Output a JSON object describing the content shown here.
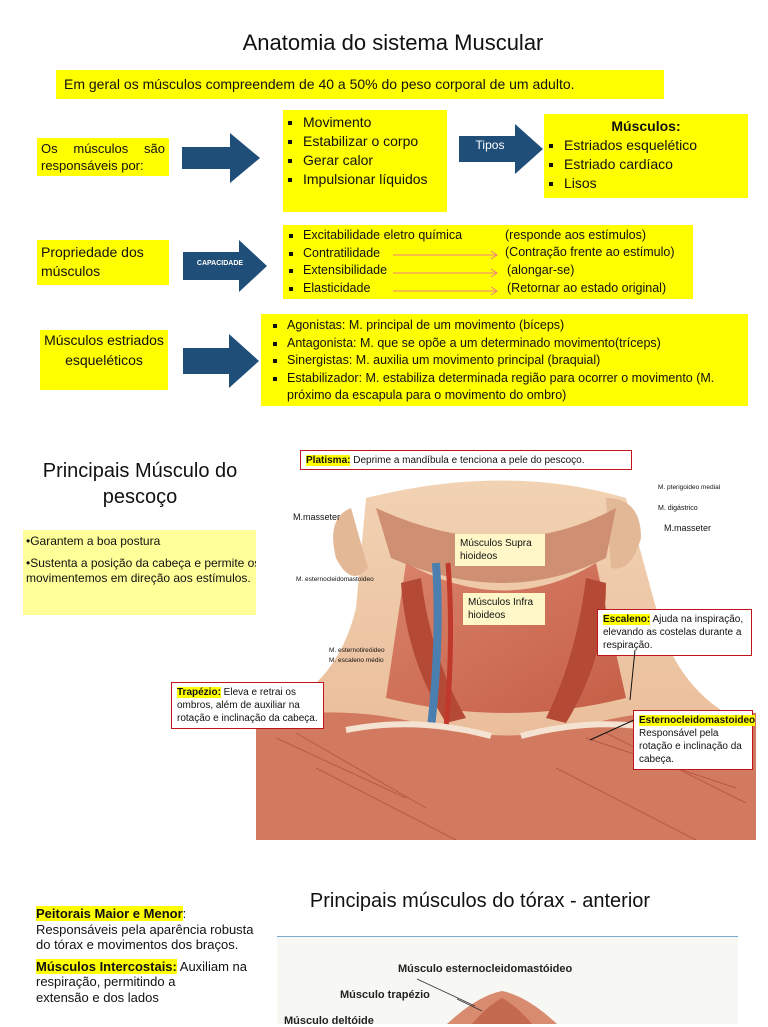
{
  "title": "Anatomia do sistema Muscular",
  "intro": "Em geral os músculos compreendem de 40 a 50% do peso corporal de um adulto.",
  "row1": {
    "left": "Os músculos são responsáveis por:",
    "items": [
      "Movimento",
      "Estabilizar o corpo",
      "Gerar calor",
      "Impulsionar líquidos"
    ],
    "arrow_label": "Tipos",
    "types_title": "Músculos:",
    "types": [
      "Estriados esquelético",
      "Estriado cardíaco",
      "Lisos"
    ]
  },
  "row2": {
    "left": "Propriedade dos músculos",
    "arrow_label": "CAPACIDADE",
    "props": [
      {
        "name": "Excitabilidade eletro química",
        "desc": "(responde aos estímulos)"
      },
      {
        "name": "Contratilidade",
        "desc": "(Contração frente ao estímulo)"
      },
      {
        "name": "Extensibilidade",
        "desc": "(alongar-se)"
      },
      {
        "name": "Elasticidade",
        "desc": "(Retornar ao estado original)"
      }
    ]
  },
  "row3": {
    "left": "Músculos estriados esqueléticos",
    "items": [
      "Agonistas: M. principal de um movimento (bíceps)",
      "Antagonista: M. que se opõe a um determinado movimento(tríceps)",
      "Sinergistas: M. auxilia um movimento principal (braquial)",
      "Estabilizador: M. estabiliza determinada região para ocorrer o movimento (M. próximo da escapula para o movimento do ombro)"
    ]
  },
  "neck": {
    "heading": "Principais Músculo do pescoço",
    "notes": [
      "•Garantem a boa postura",
      "•Sustenta a posição da cabeça e permite os movimentemos em direção aos estímulos."
    ],
    "platisma_name": "Platisma:",
    "platisma_desc": " Deprime a mandíbula e tenciona a pele do pescoço.",
    "escaleno_name": "Escaleno:",
    "escaleno_desc": " Ajuda na inspiração, elevando as costelas durante a respiração.",
    "trapezio_name": "Trapézio:",
    "trapezio_desc": " Eleva e retrai os ombros, além de auxiliar na rotação e inclinação da cabeça.",
    "ecm_name": "Esternocleidomastoideo",
    "ecm_desc": "Responsável pela rotação e inclinação da cabeça.",
    "label_supra": "Músculos Supra hioideos",
    "label_infra": "Músculos Infra hioideos",
    "label_masseter_l": "M.masseter",
    "label_masseter_r": "M.masseter",
    "label_pterigoideo": "M. pterigoideo medial",
    "label_digastrico": "M. digástrico",
    "label_ecm_small": "M. esternocleidomastoideo",
    "label_esternotireoideo": "M. esternotireóideo",
    "label_escaleno_medio": "M. escaleno médio"
  },
  "thorax": {
    "heading": "Principais músculos do tórax - anterior",
    "peitorais_name": "Peitorais Maior e Menor",
    "peitorais_desc": "Responsáveis pela aparência robusta do tórax e movimentos dos braços.",
    "intercostais_name": "Músculos Intercostais:",
    "intercostais_desc": " Auxiliam na respiração, permitindo a",
    "intercostais_cut": "extensão e dos lados",
    "img_label1": "Músculo esternocleidomastóideo",
    "img_label2": "Músculo trapézio",
    "img_label3": "Músculo deltóide"
  }
}
